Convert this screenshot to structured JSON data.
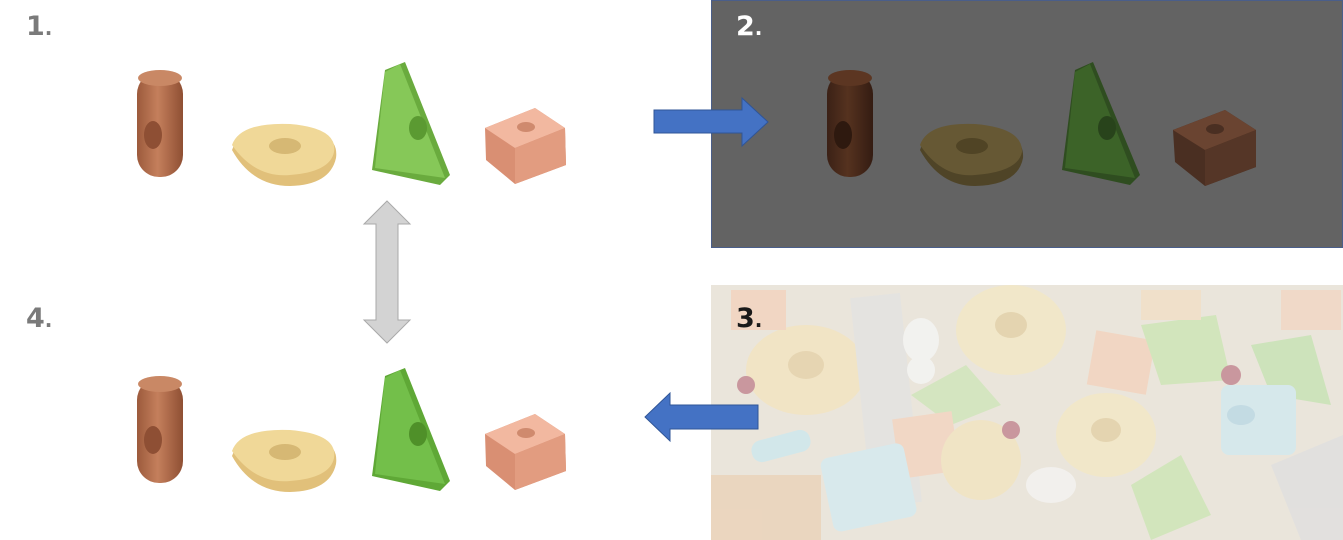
{
  "steps": [
    {
      "id": "1",
      "label": "1",
      "suffix": "."
    },
    {
      "id": "2",
      "label": "2",
      "suffix": "."
    },
    {
      "id": "3",
      "label": "3",
      "suffix": "."
    },
    {
      "id": "4",
      "label": "4",
      "suffix": "."
    }
  ],
  "colors": {
    "label_gray": "#7a7a7a",
    "label_white": "#ffffff",
    "label_dark": "#1a1a1a",
    "arrow_blue": "#4472c4",
    "arrow_gray": "#d3d3d3",
    "panel_dark": "#636363",
    "cylinder": "#b8714f",
    "disc": "#ecd08c",
    "wedge": "#7cc04b",
    "cube": "#e8a58c"
  },
  "icons": [
    "cylinder-piece",
    "disc-piece",
    "wedge-piece",
    "cube-piece",
    "right-arrow",
    "left-arrow",
    "double-arrow"
  ]
}
